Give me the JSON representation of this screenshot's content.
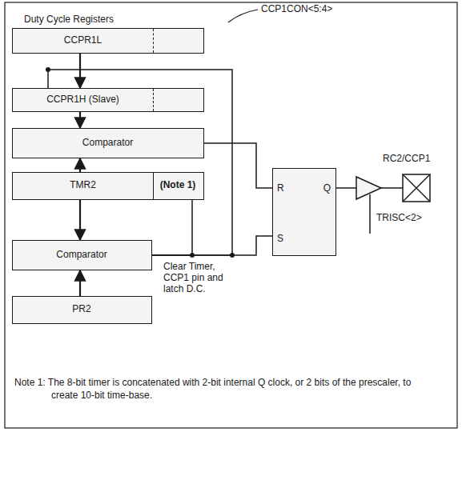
{
  "diagram": {
    "nodes": [
      {
        "text": [
          "CCPR1L"
        ]
      },
      {
        "text": [
          "CCPR1H (Slave)"
        ]
      },
      {
        "text": [
          "Comparator"
        ]
      },
      {
        "text": [
          "TMR2",
          "(Note 1)"
        ]
      },
      {
        "text": [
          "Comparator"
        ]
      },
      {
        "text": [
          "PR2"
        ]
      },
      {
        "text": [
          "R",
          "Q",
          "S"
        ]
      }
    ],
    "edges": [
      {
        "from": 0,
        "to": 1,
        "arrow": "to"
      },
      {
        "from": 1,
        "to": 2,
        "arrow": "to"
      },
      {
        "from": 3,
        "to": 2,
        "arrow": "to"
      },
      {
        "from": 3,
        "to": 4,
        "arrow": "to"
      },
      {
        "from": 5,
        "to": 4,
        "arrow": "to"
      },
      {
        "from": 2,
        "to": 6,
        "arrow": "none"
      },
      {
        "from": 4,
        "to": 6,
        "arrow": "none"
      },
      {
        "from": 4,
        "to": 3,
        "arrow": "none"
      },
      {
        "from": 4,
        "to": 1,
        "arrow": "none"
      }
    ],
    "labels": [
      "Duty Cycle Registers",
      "CCP1CON<5:4>",
      "RC2/CCP1",
      "TRISC<2>",
      "Clear Timer, CCP1 pin and latch D.C.",
      "Note 1: The 8-bit timer is concatenated with 2-bit internal Q clock, or 2 bits of the prescaler, to create 10-bit time-base."
    ]
  }
}
